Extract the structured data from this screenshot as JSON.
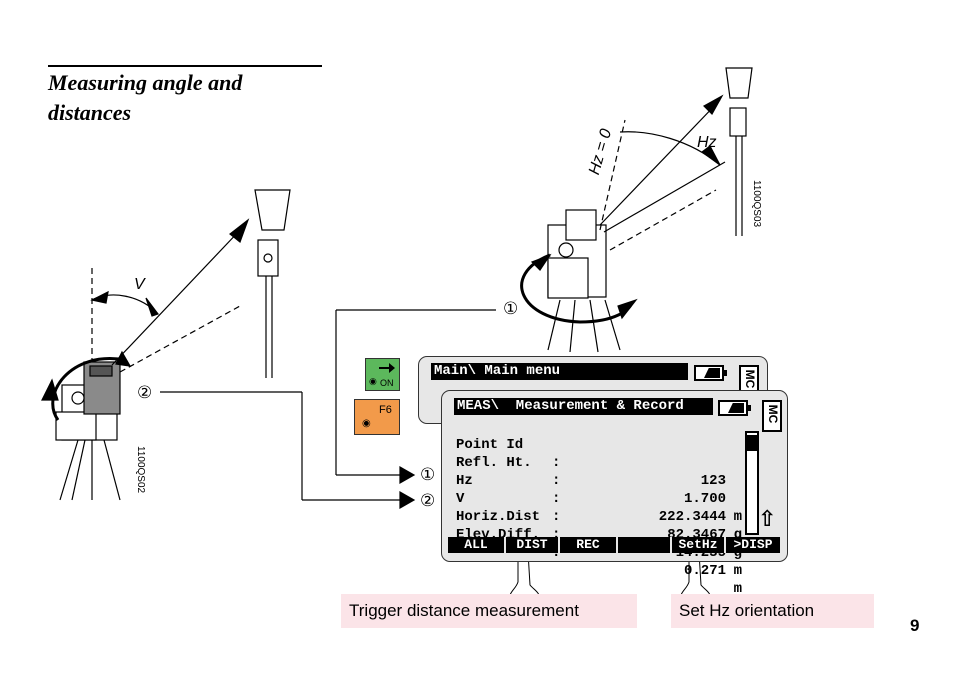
{
  "heading": {
    "line1": "Measuring angle and",
    "line2": "distances"
  },
  "figure": {
    "label_v": "V",
    "label_hz": "Hz",
    "label_hz0": "Hz = 0",
    "code_left": "1100QS02",
    "code_right": "1100QS03",
    "marker_1": "①",
    "marker_2": "②"
  },
  "keys": {
    "on_label": "ON",
    "f6_label": "F6"
  },
  "back_screen": {
    "title": "Main\\ Main menu",
    "mc_label": "MC"
  },
  "front_screen": {
    "title": "MEAS\\  Measurement & Record",
    "mc_label": "MC",
    "rows": [
      {
        "label": "Point Id",
        "sep": ":",
        "value": "123",
        "unit": ""
      },
      {
        "label": "Refl. Ht.",
        "sep": ":",
        "value": "1.700",
        "unit": "m"
      },
      {
        "label": "Hz",
        "sep": ":",
        "value": "222.3444",
        "unit": "g"
      },
      {
        "label": "V",
        "sep": ":",
        "value": "82.3467",
        "unit": "g"
      },
      {
        "label": "Horiz.Dist",
        "sep": ":",
        "value": "14.235",
        "unit": "m"
      },
      {
        "label": "Elev.Diff.",
        "sep": ":",
        "value": "0.271",
        "unit": "m"
      }
    ],
    "softkeys": [
      "ALL",
      "DIST",
      "REC",
      "",
      "SetHz",
      ">DISP"
    ],
    "shift_symbol": "⇧"
  },
  "captions": {
    "left": "Trigger distance measurement",
    "right": "Set Hz orientation"
  },
  "page_number": "9",
  "colors": {
    "key_on": "#5cb85c",
    "key_f6": "#f29a4a",
    "caption_bg": "#fbe4e8",
    "screen_bg": "#e7e7e7"
  }
}
